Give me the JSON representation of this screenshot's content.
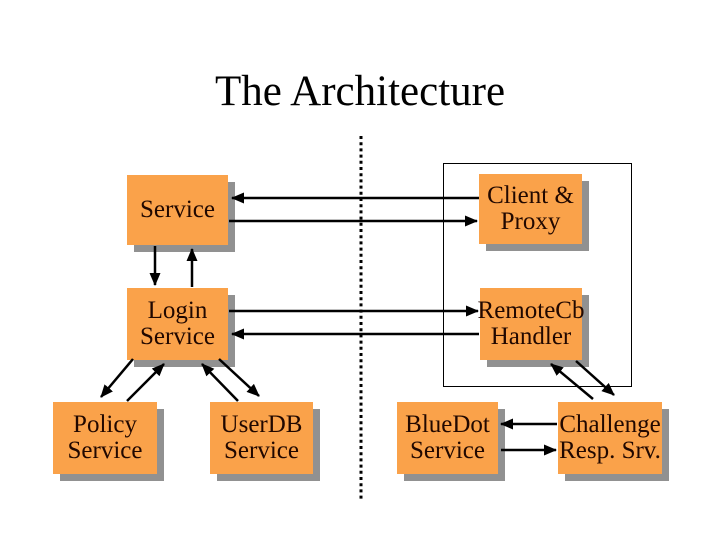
{
  "slide_title": "The Architecture",
  "boxes": {
    "service": {
      "line1": "Service"
    },
    "client_proxy": {
      "line1": "Client &",
      "line2": "Proxy"
    },
    "login_service": {
      "line1": "Login",
      "line2": "Service"
    },
    "remotecb_handler": {
      "line1": "RemoteCb",
      "line2": "Handler"
    },
    "policy_service": {
      "line1": "Policy",
      "line2": "Service"
    },
    "userdb_service": {
      "line1": "UserDB",
      "line2": "Service"
    },
    "bluedot_service": {
      "line1": "BlueDot",
      "line2": "Service"
    },
    "challenge_resp_srv": {
      "line1": "Challenge",
      "line2": "Resp. Srv."
    }
  },
  "connections": [
    {
      "from": "client_proxy",
      "to": "service",
      "style": "arrow"
    },
    {
      "from": "service",
      "to": "client_proxy",
      "style": "arrow"
    },
    {
      "from": "service",
      "to": "login_service",
      "style": "arrow"
    },
    {
      "from": "login_service",
      "to": "service",
      "style": "arrow"
    },
    {
      "from": "login_service",
      "to": "remotecb_handler",
      "style": "arrow"
    },
    {
      "from": "remotecb_handler",
      "to": "login_service",
      "style": "arrow"
    },
    {
      "from": "login_service",
      "to": "policy_service",
      "style": "arrow"
    },
    {
      "from": "policy_service",
      "to": "login_service",
      "style": "arrow"
    },
    {
      "from": "login_service",
      "to": "userdb_service",
      "style": "arrow"
    },
    {
      "from": "userdb_service",
      "to": "login_service",
      "style": "arrow"
    },
    {
      "from": "challenge_resp_srv",
      "to": "remotecb_handler",
      "style": "arrow"
    },
    {
      "from": "remotecb_handler",
      "to": "challenge_resp_srv",
      "style": "arrow"
    },
    {
      "from": "challenge_resp_srv",
      "to": "bluedot_service",
      "style": "arrow"
    },
    {
      "from": "bluedot_service",
      "to": "challenge_resp_srv",
      "style": "arrow"
    }
  ],
  "divider": {
    "orientation": "vertical",
    "style": "dotted"
  },
  "colors": {
    "background": "#FFFFFF",
    "box_fill": "#FAA24A",
    "box_shadow": "#919191",
    "box_text": "#210800",
    "title_text": "#000000",
    "connector": "#000000"
  }
}
